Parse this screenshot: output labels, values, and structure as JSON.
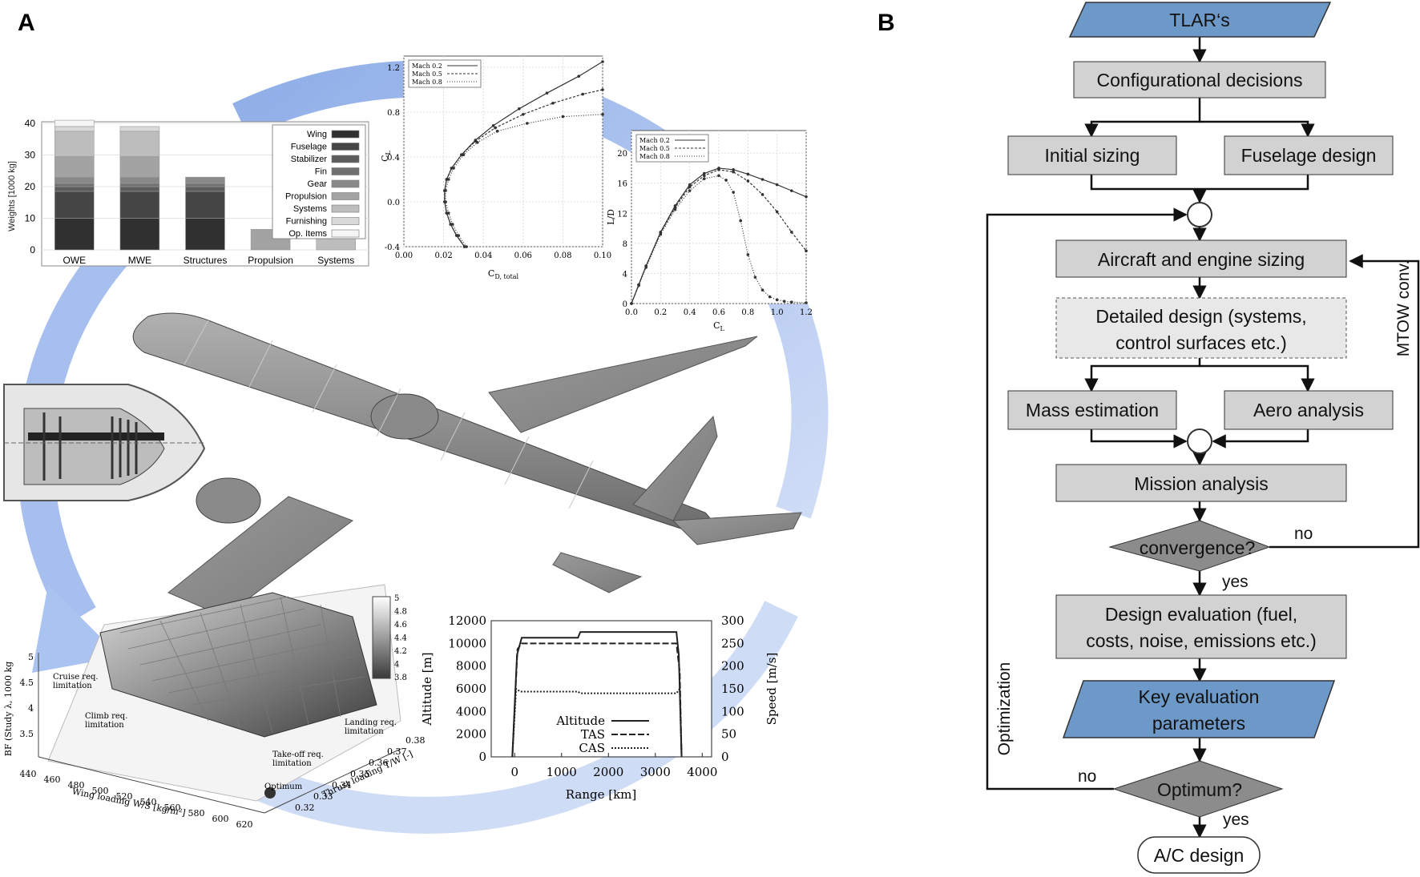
{
  "panels": {
    "a": "A",
    "b": "B"
  },
  "flowchart": {
    "nodes": {
      "tlar": "TLAR‘s",
      "config": "Configurational decisions",
      "initial": "Initial sizing",
      "fuselage": "Fuselage design",
      "sizing": "Aircraft and engine sizing",
      "detailed1": "Detailed design (systems,",
      "detailed2": "control surfaces etc.)",
      "mass": "Mass estimation",
      "aero": "Aero analysis",
      "mission": "Mission analysis",
      "convergence": "convergence?",
      "evaluation1": "Design evaluation (fuel,",
      "evaluation2": "costs, noise, emissions etc.)",
      "keyparams1": "Key evaluation",
      "keyparams2": "parameters",
      "optimum": "Optimum?",
      "acdesign": "A/C design"
    },
    "labels": {
      "no1": "no",
      "yes1": "yes",
      "no2": "no",
      "yes2": "yes",
      "mtow": "MTOW conv.",
      "optimization": "Optimization"
    },
    "colors": {
      "blue": "#6d99c8",
      "box": "#d2d2d2",
      "diamond": "#8c8c8c"
    }
  },
  "chart_data": [
    {
      "type": "bar",
      "ylabel": "Weights [1000 kg]",
      "ylim": [
        0,
        40
      ],
      "yticks": [
        "0",
        "10",
        "20",
        "30",
        "40"
      ],
      "categories": [
        "OWE",
        "MWE",
        "Structures",
        "Propulsion",
        "Systems"
      ],
      "legend": [
        "Wing",
        "Fuselage",
        "Stabilizer",
        "Fin",
        "Gear",
        "Propulsion",
        "Systems",
        "Furnishing",
        "Op. Items"
      ],
      "legend_position": "top-right",
      "series": [
        {
          "name": "Wing",
          "values": [
            10,
            10,
            10,
            0,
            0
          ],
          "color": "#303030"
        },
        {
          "name": "Fuselage",
          "values": [
            8.5,
            8.5,
            8.5,
            0,
            0
          ],
          "color": "#454545"
        },
        {
          "name": "Stabilizer",
          "values": [
            1.5,
            1.5,
            1.5,
            0,
            0
          ],
          "color": "#5c5c5c"
        },
        {
          "name": "Fin",
          "values": [
            1,
            1,
            1,
            0,
            0
          ],
          "color": "#707070"
        },
        {
          "name": "Gear",
          "values": [
            2,
            2,
            2,
            0,
            0
          ],
          "color": "#898989"
        },
        {
          "name": "Propulsion",
          "values": [
            6.5,
            6.5,
            0,
            6.5,
            0
          ],
          "color": "#a3a3a3"
        },
        {
          "name": "Systems",
          "values": [
            8,
            8,
            0,
            0,
            8
          ],
          "color": "#bdbdbd"
        },
        {
          "name": "Furnishing",
          "values": [
            1.5,
            1.5,
            0,
            0,
            0
          ],
          "color": "#d9d9d9"
        },
        {
          "name": "Op. Items",
          "values": [
            2,
            0,
            0,
            0,
            0
          ],
          "color": "#f5f5f5"
        }
      ]
    },
    {
      "type": "line",
      "xlabel": "C",
      "xlabel_sub": "D, total",
      "ylabel": "C",
      "ylabel_sub": "L",
      "xlim": [
        0,
        0.1
      ],
      "ylim": [
        -0.4,
        1.3
      ],
      "xticks": [
        "0.00",
        "0.02",
        "0.04",
        "0.06",
        "0.08",
        "0.10"
      ],
      "yticks": [
        "-0.4",
        "0.0",
        "0.4",
        "0.8",
        "1.2"
      ],
      "legend": [
        "Mach 0.2",
        "Mach 0.5",
        "Mach 0.8"
      ],
      "legend_position": "top-left",
      "series": [
        {
          "name": "Mach 0.2",
          "x": [
            0.0305,
            0.0265,
            0.0235,
            0.0215,
            0.0205,
            0.0205,
            0.0215,
            0.024,
            0.029,
            0.036,
            0.045,
            0.058,
            0.072,
            0.088,
            0.1
          ],
          "y": [
            -0.4,
            -0.3,
            -0.2,
            -0.1,
            0.0,
            0.1,
            0.2,
            0.3,
            0.42,
            0.55,
            0.68,
            0.83,
            0.97,
            1.12,
            1.25
          ]
        },
        {
          "name": "Mach 0.5",
          "x": [
            0.0305,
            0.0265,
            0.0235,
            0.0215,
            0.0205,
            0.0205,
            0.0215,
            0.024,
            0.029,
            0.036,
            0.046,
            0.06,
            0.075,
            0.09,
            0.1
          ],
          "y": [
            -0.4,
            -0.3,
            -0.2,
            -0.1,
            0.0,
            0.1,
            0.2,
            0.3,
            0.42,
            0.54,
            0.66,
            0.78,
            0.88,
            0.96,
            1.0
          ]
        },
        {
          "name": "Mach 0.8",
          "x": [
            0.0315,
            0.0275,
            0.0245,
            0.0225,
            0.021,
            0.021,
            0.0225,
            0.025,
            0.03,
            0.037,
            0.047,
            0.062,
            0.08,
            0.1
          ],
          "y": [
            -0.4,
            -0.3,
            -0.2,
            -0.1,
            0.0,
            0.1,
            0.2,
            0.3,
            0.42,
            0.53,
            0.63,
            0.7,
            0.76,
            0.78
          ]
        }
      ]
    },
    {
      "type": "line",
      "xlabel": "C",
      "xlabel_sub": "L",
      "ylabel": "L/D",
      "xlim": [
        0,
        1.2
      ],
      "ylim": [
        0,
        23
      ],
      "xticks": [
        "0.0",
        "0.2",
        "0.4",
        "0.6",
        "0.8",
        "1.0",
        "1.2"
      ],
      "yticks": [
        "0",
        "4",
        "8",
        "12",
        "16",
        "20"
      ],
      "legend": [
        "Mach 0.2",
        "Mach 0.5",
        "Mach 0.8"
      ],
      "legend_position": "top-left",
      "series": [
        {
          "name": "Mach 0.2",
          "x": [
            0,
            0.05,
            0.1,
            0.2,
            0.3,
            0.4,
            0.5,
            0.6,
            0.7,
            0.8,
            0.9,
            1.0,
            1.1,
            1.2
          ],
          "y": [
            0,
            2.5,
            5,
            9.5,
            13,
            15.8,
            17.3,
            18,
            17.8,
            17.2,
            16.5,
            15.8,
            15,
            14.2
          ]
        },
        {
          "name": "Mach 0.5",
          "x": [
            0,
            0.05,
            0.1,
            0.2,
            0.3,
            0.4,
            0.5,
            0.6,
            0.7,
            0.8,
            0.9,
            1.0,
            1.1,
            1.2
          ],
          "y": [
            0,
            2.5,
            5,
            9.4,
            12.8,
            15.5,
            17,
            17.8,
            17.5,
            16.3,
            14.5,
            12.2,
            9.5,
            7
          ]
        },
        {
          "name": "Mach 0.8",
          "x": [
            0,
            0.05,
            0.1,
            0.2,
            0.3,
            0.4,
            0.5,
            0.6,
            0.65,
            0.7,
            0.75,
            0.8,
            0.85,
            0.9,
            0.95,
            1.0,
            1.05,
            1.1,
            1.2
          ],
          "y": [
            0,
            2.4,
            4.8,
            9.2,
            12.5,
            15,
            16.6,
            17,
            16.4,
            14.8,
            11,
            6.5,
            3.5,
            1.8,
            0.9,
            0.5,
            0.3,
            0.2,
            0.1
          ]
        }
      ]
    },
    {
      "type": "line",
      "xlabel": "Range [km]",
      "ylabel": "Altitude [m]",
      "y2label": "Speed [m/s]",
      "xlim": [
        -500,
        4200
      ],
      "ylim": [
        0,
        12000
      ],
      "y2lim": [
        0,
        300
      ],
      "xticks": [
        "0",
        "1000",
        "2000",
        "3000",
        "4000"
      ],
      "yticks": [
        "0",
        "2000",
        "4000",
        "6000",
        "8000",
        "10000",
        "12000"
      ],
      "y2ticks": [
        "0",
        "50",
        "100",
        "150",
        "200",
        "250",
        "300"
      ],
      "legend": [
        "Altitude",
        "TAS",
        "CAS"
      ],
      "legend_position": "bottom-center",
      "series": [
        {
          "name": "Altitude",
          "x": [
            -50,
            50,
            150,
            1350,
            1400,
            3450,
            3500,
            3560
          ],
          "y": [
            0,
            9000,
            10500,
            10500,
            11000,
            11000,
            9000,
            0
          ]
        },
        {
          "name": "TAS",
          "x": [
            -50,
            60,
            150,
            3450,
            3520,
            3560
          ],
          "y": [
            0,
            9500,
            10000,
            10000,
            7500,
            0
          ]
        },
        {
          "name": "CAS",
          "x": [
            -50,
            30,
            120,
            1350,
            1400,
            3450,
            3520,
            3560
          ],
          "y": [
            0,
            6000,
            5750,
            5750,
            5600,
            5600,
            6000,
            0
          ]
        }
      ]
    },
    {
      "type": "surface",
      "xlabel": "Wing loading W/S [kg/m²]",
      "ylabel": "Thrust loading T/W [-]",
      "zlabel": "BF (Study λ, 1000 kg",
      "xticks": [
        "440",
        "460",
        "480",
        "500",
        "520",
        "540",
        "560",
        "580",
        "600",
        "620"
      ],
      "yticks": [
        "0.32",
        "0.33",
        "0.34",
        "0.35",
        "0.36",
        "0.37",
        "0.38"
      ],
      "zticks": [
        "3.5",
        "4",
        "4.5",
        "5"
      ],
      "colorbar": [
        "5",
        "4.8",
        "4.6",
        "4.4",
        "4.2",
        "4",
        "3.8"
      ],
      "annotations": [
        "Cruise req. limitation",
        "Climb req. limitation",
        "Landing req. limitation",
        "Take-off req. limitation",
        "Optimum"
      ]
    }
  ]
}
